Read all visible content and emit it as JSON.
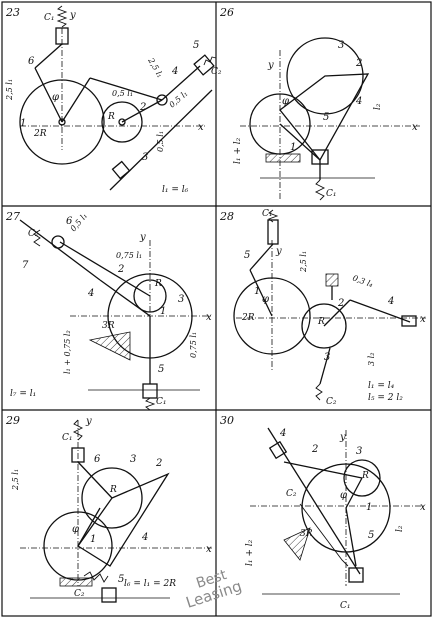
{
  "panels": [
    {
      "id": "23",
      "labels": {
        "y": "y",
        "x": "x",
        "c1": "C₁",
        "c2": "C₂",
        "n6": "6",
        "n1": "1",
        "n5": "5",
        "n4": "4",
        "n2": "2",
        "n3": "3",
        "phi": "φ",
        "R": "R",
        "twoR": "2R",
        "dimA": "2,5 l₁",
        "dimB": "0,5 l₁",
        "dimC": "2,5 l₁",
        "dimD": "0,5 l₁",
        "dimE": "0,5 l₁",
        "note": "l₁ = l₆"
      }
    },
    {
      "id": "26",
      "labels": {
        "y": "y",
        "x": "x",
        "c1": "C₁",
        "n3": "3",
        "n2": "2",
        "n4": "4",
        "n5": "5",
        "n1": "1",
        "phi": "φ",
        "dimA": "l₂",
        "dimB": "l₁ + l₂"
      }
    },
    {
      "id": "27",
      "labels": {
        "y": "y",
        "x": "x",
        "c1": "C₁",
        "c2": "C₂",
        "n6": "6",
        "n7": "7",
        "n2": "2",
        "n4": "4",
        "n1": "1",
        "n3": "3",
        "n5": "5",
        "R": "R",
        "threeR": "3R",
        "dimA": "0,5 l₁",
        "dimB": "0,75 l₁",
        "dimC": "0,75 l₁",
        "dimD": "l₁ + 0,75 l₂",
        "note": "l₇ = l₁"
      }
    },
    {
      "id": "28",
      "labels": {
        "y": "y",
        "x": "x",
        "c1": "C₁",
        "c2": "C₂",
        "n5": "5",
        "n1": "1",
        "n3": "3",
        "n2": "2",
        "n4": "4",
        "phi": "φ",
        "twoR": "2R",
        "R": "R",
        "dimA": "2,5 l₁",
        "dimB": "0,3 l₄",
        "dimC": "3 l₂",
        "note1": "l₁ = l₄",
        "note2": "l₅ = 2 l₂"
      }
    },
    {
      "id": "29",
      "labels": {
        "y": "y",
        "x": "x",
        "c1": "C₁",
        "c2": "C₂",
        "n6": "6",
        "n3": "3",
        "n2": "2",
        "n1": "1",
        "n4": "4",
        "n5": "5",
        "R": "R",
        "phi": "φ",
        "dimA": "2,5 l₁",
        "note": "l₆ = l₁ = 2R"
      }
    },
    {
      "id": "30",
      "labels": {
        "y": "y",
        "x": "x",
        "c1": "C₁",
        "c2": "C₂",
        "n4": "4",
        "n2": "2",
        "n3": "3",
        "n1": "1",
        "n5": "5",
        "R": "R",
        "threeR": "3R",
        "phi": "φ",
        "dimA": "l₂",
        "dimB": "l₁ + l₂"
      }
    }
  ],
  "watermark": {
    "line1": "Best",
    "line2": "Leasing"
  }
}
